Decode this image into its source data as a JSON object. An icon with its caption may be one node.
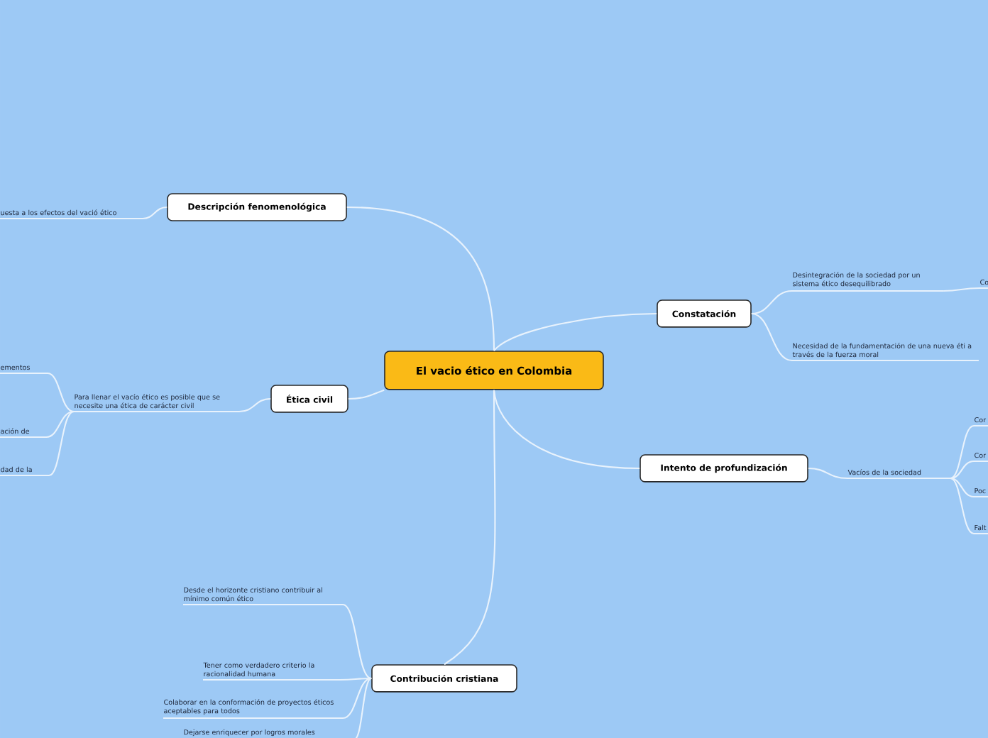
{
  "diagram": {
    "nodes": [
      {
        "text": [
          "El vacio ético en Colombia"
        ]
      },
      {
        "text": [
          "Descripción fenomenológica"
        ]
      },
      {
        "text": [
          "uesta a los efectos del vació ético"
        ]
      },
      {
        "text": [
          "Ética civil"
        ]
      },
      {
        "text": [
          "Para llenar el vacío ético es posible que se necesite una ética de carácter civil"
        ]
      },
      {
        "text": [
          "ementos"
        ]
      },
      {
        "text": [
          "ación de"
        ]
      },
      {
        "text": [
          "dad de la"
        ]
      },
      {
        "text": [
          "Constatación"
        ]
      },
      {
        "text": [
          "Desintegración de la sociedad por un sistema ético desequilibrado"
        ]
      },
      {
        "text": [
          "Co"
        ]
      },
      {
        "text": [
          "Necesidad de la fundamentación de una nueva éti a través de la fuerza moral"
        ]
      },
      {
        "text": [
          "Intento de profundización"
        ]
      },
      {
        "text": [
          "Vacíos de la sociedad"
        ]
      },
      {
        "text": [
          "Cor"
        ]
      },
      {
        "text": [
          "Cor"
        ]
      },
      {
        "text": [
          "Poc"
        ]
      },
      {
        "text": [
          "Falt"
        ]
      },
      {
        "text": [
          "Contribución cristiana"
        ]
      },
      {
        "text": [
          "Desde el horizonte cristiano contribuir al mínimo común ético"
        ]
      },
      {
        "text": [
          "Tener como verdadero criterio la racionalidad humana"
        ]
      },
      {
        "text": [
          "Colaborar en la conformación de proyectos éticos aceptables para todos"
        ]
      },
      {
        "text": [
          "Dejarse enriquecer por logros morales"
        ]
      }
    ],
    "edges": [
      {
        "from": 0,
        "to": 1,
        "arrow": "none"
      },
      {
        "from": 1,
        "to": 2,
        "arrow": "none"
      },
      {
        "from": 0,
        "to": 3,
        "arrow": "none"
      },
      {
        "from": 3,
        "to": 4,
        "arrow": "none"
      },
      {
        "from": 4,
        "to": 5,
        "arrow": "none"
      },
      {
        "from": 4,
        "to": 6,
        "arrow": "none"
      },
      {
        "from": 4,
        "to": 7,
        "arrow": "none"
      },
      {
        "from": 0,
        "to": 8,
        "arrow": "none"
      },
      {
        "from": 8,
        "to": 9,
        "arrow": "none"
      },
      {
        "from": 9,
        "to": 10,
        "arrow": "none"
      },
      {
        "from": 8,
        "to": 11,
        "arrow": "none"
      },
      {
        "from": 0,
        "to": 12,
        "arrow": "none"
      },
      {
        "from": 12,
        "to": 13,
        "arrow": "none"
      },
      {
        "from": 13,
        "to": 14,
        "arrow": "none"
      },
      {
        "from": 13,
        "to": 15,
        "arrow": "none"
      },
      {
        "from": 13,
        "to": 16,
        "arrow": "none"
      },
      {
        "from": 13,
        "to": 17,
        "arrow": "none"
      },
      {
        "from": 0,
        "to": 18,
        "arrow": "none"
      },
      {
        "from": 18,
        "to": 19,
        "arrow": "none"
      },
      {
        "from": 18,
        "to": 20,
        "arrow": "none"
      },
      {
        "from": 18,
        "to": 21,
        "arrow": "none"
      },
      {
        "from": 18,
        "to": 22,
        "arrow": "none"
      }
    ]
  }
}
